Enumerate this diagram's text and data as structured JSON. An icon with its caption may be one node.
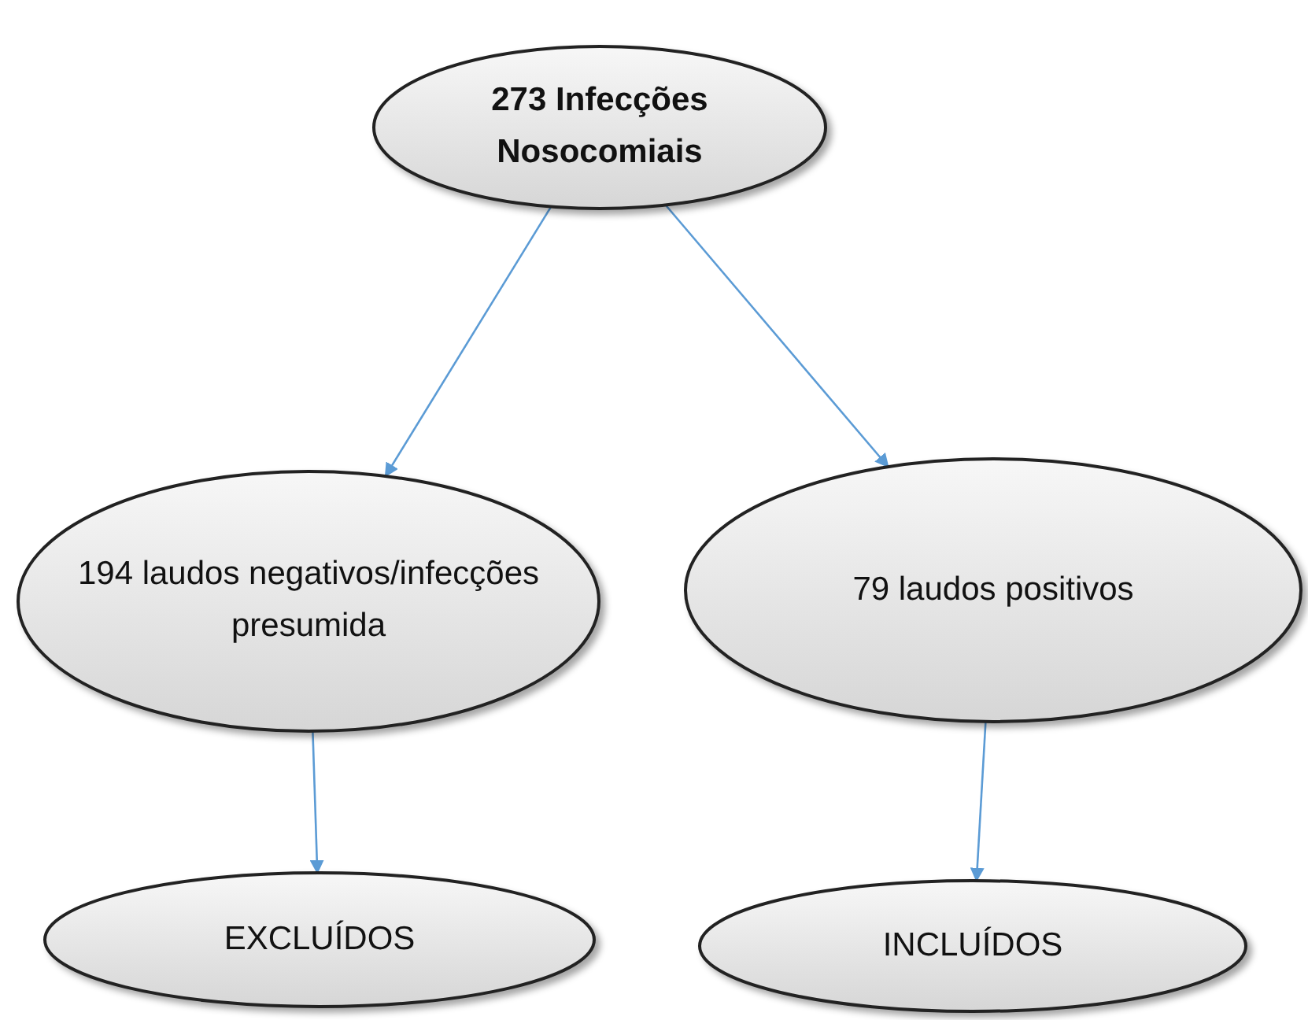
{
  "diagram": {
    "nodes": [
      {
        "text": [
          "273 Infecções Nosocomiais"
        ]
      },
      {
        "text": [
          "194 laudos negativos/infecções presumida"
        ]
      },
      {
        "text": [
          "79 laudos positivos"
        ]
      },
      {
        "text": [
          "EXCLUÍDOS"
        ]
      },
      {
        "text": [
          "INCLUÍDOS"
        ]
      }
    ],
    "edges": [
      {
        "from": 0,
        "to": 1,
        "arrow": "to"
      },
      {
        "from": 0,
        "to": 2,
        "arrow": "to"
      },
      {
        "from": 1,
        "to": 3,
        "arrow": "to"
      },
      {
        "from": 2,
        "to": 4,
        "arrow": "to"
      }
    ]
  }
}
